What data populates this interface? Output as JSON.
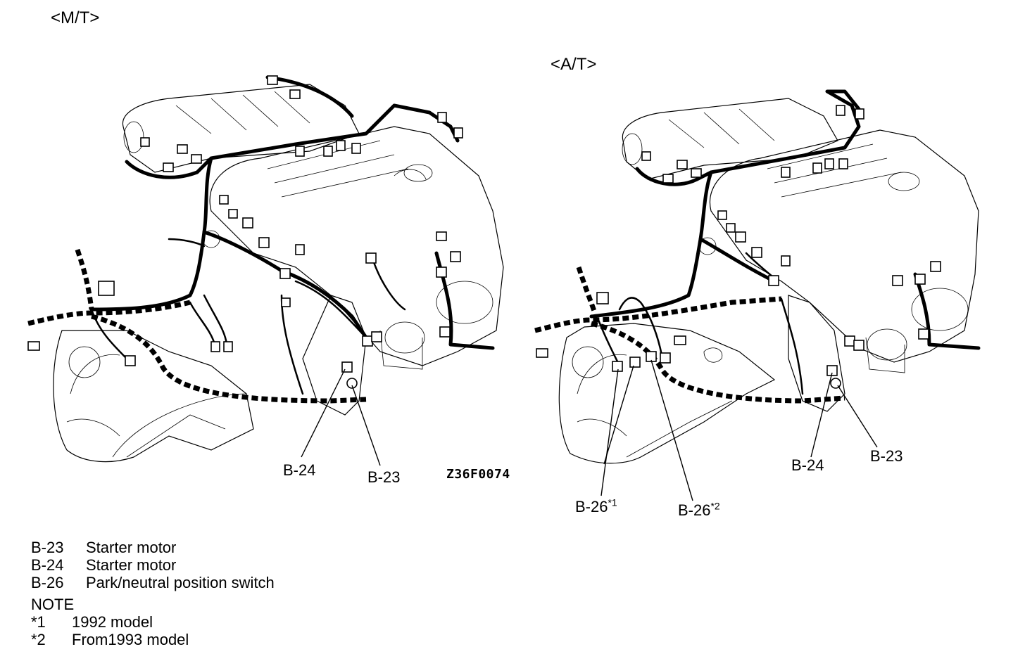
{
  "views": {
    "manual": {
      "title": "<M/T>",
      "callouts": [
        {
          "id": "b24",
          "label": "B-24",
          "sup": ""
        },
        {
          "id": "b23",
          "label": "B-23",
          "sup": ""
        }
      ]
    },
    "automatic": {
      "title": "<A/T>",
      "callouts": [
        {
          "id": "b24",
          "label": "B-24",
          "sup": ""
        },
        {
          "id": "b23",
          "label": "B-23",
          "sup": ""
        },
        {
          "id": "b26a",
          "label": "B-26",
          "sup": "*1"
        },
        {
          "id": "b26b",
          "label": "B-26",
          "sup": "*2"
        }
      ]
    }
  },
  "figure_code": "Z36F0074",
  "legend": [
    {
      "code": "B-23",
      "description": "Starter motor"
    },
    {
      "code": "B-24",
      "description": "Starter motor"
    },
    {
      "code": "B-26",
      "description": "Park/neutral position switch"
    }
  ],
  "note": {
    "title": "NOTE",
    "items": [
      {
        "mark": "*1",
        "text": "1992 model"
      },
      {
        "mark": "*2",
        "text": "From1993 model"
      }
    ]
  }
}
